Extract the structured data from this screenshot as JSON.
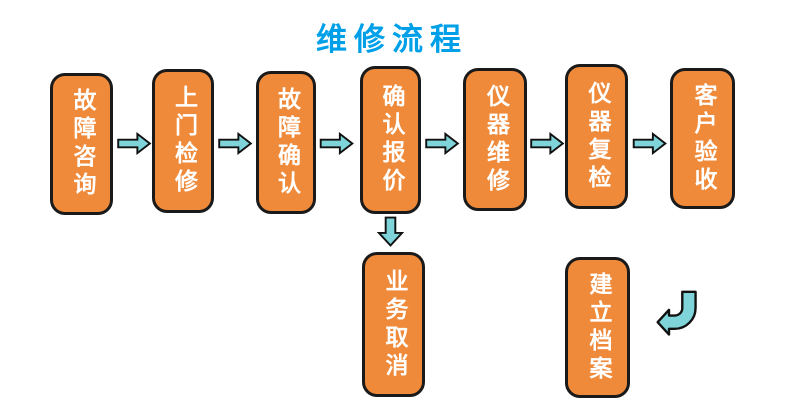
{
  "title": {
    "text": "维修流程",
    "color": "#00a0e9"
  },
  "colors": {
    "box_fill": "#ef8a3a",
    "box_border": "#1a1a1a",
    "box_text": "#ffffff",
    "arrow_fill": "#7ed4d8",
    "arrow_border": "#111111",
    "background": "#ffffff"
  },
  "flow": {
    "main_steps": [
      {
        "label": "故障咨询"
      },
      {
        "label": "上门检修"
      },
      {
        "label": "故障确认"
      },
      {
        "label": "确认报价"
      },
      {
        "label": "仪器维修"
      },
      {
        "label": "仪器复检"
      },
      {
        "label": "客户验收"
      }
    ],
    "branch_cancel": {
      "label": "业务取消"
    },
    "branch_archive": {
      "label": "建立档案"
    }
  }
}
